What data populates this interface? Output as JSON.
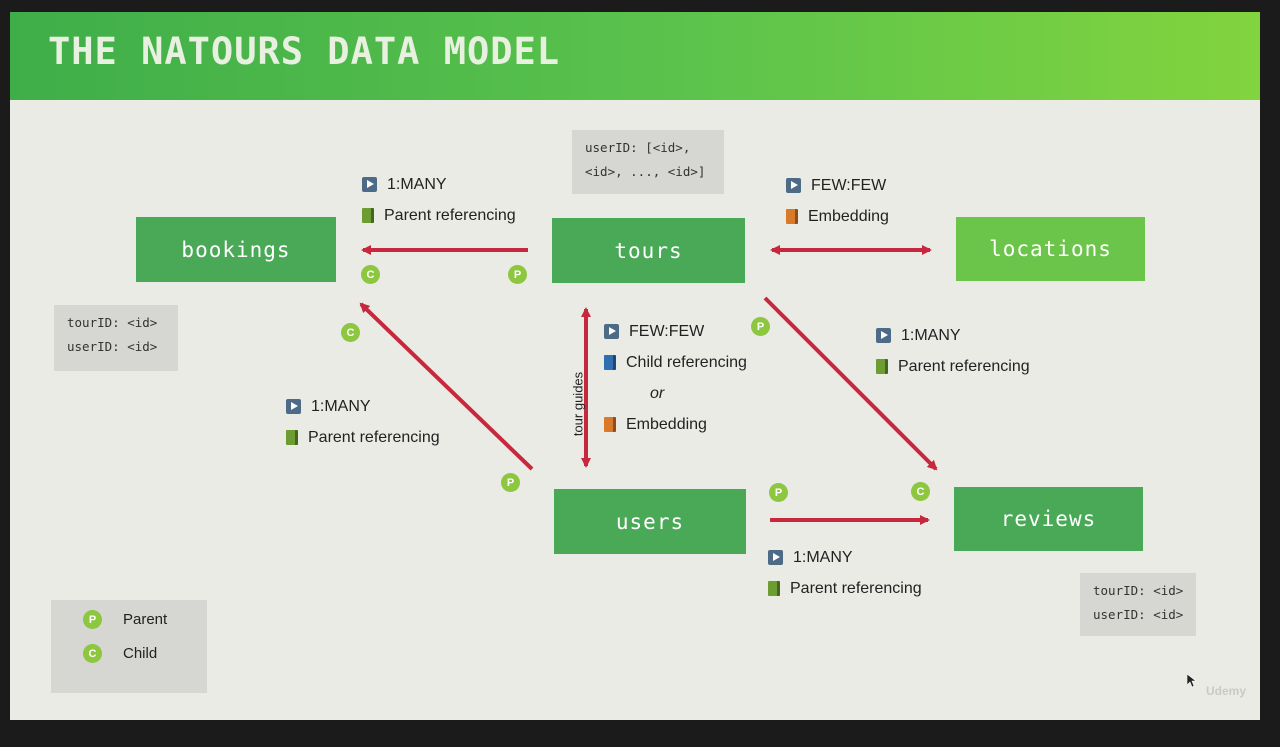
{
  "title": "THE NATOURS DATA MODEL",
  "entities": {
    "bookings": "bookings",
    "tours": "tours",
    "locations": "locations",
    "users": "users",
    "reviews": "reviews"
  },
  "code_boxes": {
    "tours_guides": [
      "userID: [<id>,",
      "<id>, ..., <id>]"
    ],
    "bookings": [
      "tourID: <id>",
      "userID: <id>"
    ],
    "reviews": [
      "tourID: <id>",
      "userID: <id>"
    ]
  },
  "relations": {
    "tours_bookings": {
      "type": "1:MANY",
      "kind": "Parent referencing",
      "kind_icon": "book-green-icon"
    },
    "tours_locations": {
      "type": "FEW:FEW",
      "kind": "Embedding",
      "kind_icon": "book-orange-icon"
    },
    "tours_users": {
      "type": "FEW:FEW",
      "kind": "Child referencing",
      "or": "or",
      "alt_kind": "Embedding",
      "axis_label": "tour guides"
    },
    "users_bookings": {
      "type": "1:MANY",
      "kind": "Parent referencing"
    },
    "tours_reviews": {
      "type": "1:MANY",
      "kind": "Parent referencing"
    },
    "users_reviews": {
      "type": "1:MANY",
      "kind": "Parent referencing"
    }
  },
  "badges": {
    "parent": "P",
    "child": "C"
  },
  "legend": {
    "parent": "Parent",
    "child": "Child"
  },
  "watermark": "Udemy",
  "colors": {
    "header_start": "#3fae49",
    "header_end": "#82d43e",
    "entity_dark": "#4aa957",
    "entity_light": "#6cc54b",
    "arrow": "#c8283e",
    "badge": "#8dc63f",
    "slide_bg": "#ebebe6"
  }
}
